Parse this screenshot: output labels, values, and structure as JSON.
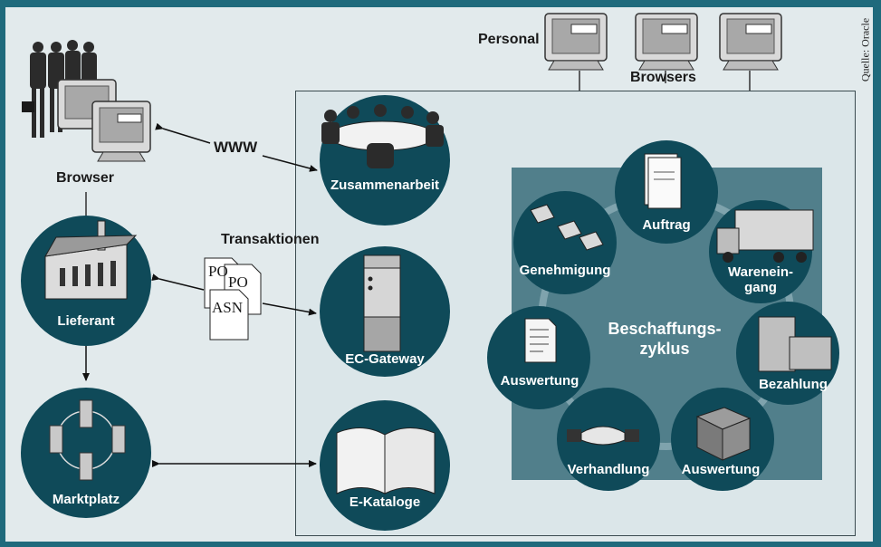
{
  "source_label": "Quelle: Oracle",
  "left_column": {
    "browser": "Browser",
    "supplier": "Lieferant",
    "marketplace": "Marktplatz"
  },
  "edges": {
    "www": "WWW",
    "transactions": "Transaktionen"
  },
  "documents": [
    "PO",
    "PO",
    "ASN"
  ],
  "top": {
    "personal": "Personal",
    "browsers": "Browsers"
  },
  "middle_column": {
    "collaboration": "Zusammenarbeit",
    "ec_gateway": "EC-Gateway",
    "catalogs": "E-Kataloge"
  },
  "cycle": {
    "center_line1": "Beschaffungs-",
    "center_line2": "zyklus",
    "nodes": [
      "Auftrag",
      "Warenein-",
      "gang",
      "Bezahlung",
      "Auswertung",
      "Verhandlung",
      "Auswertung",
      "Genehmigung"
    ]
  },
  "colors": {
    "background": "#1f6a7c",
    "panel": "#e2eaec",
    "node": "#0f4a59",
    "cycle_panel": "#517f8b"
  }
}
